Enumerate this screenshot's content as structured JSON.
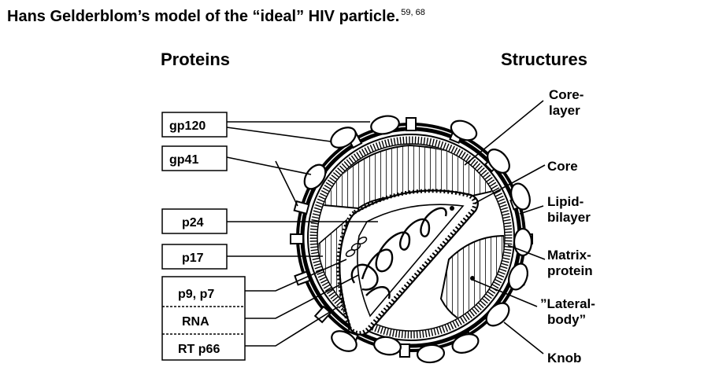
{
  "title": {
    "text": "Hans Gelderblom’s model of the “ideal” HIV particle.",
    "refs": "59, 68"
  },
  "headings": {
    "proteins": "Proteins",
    "structures": "Structures"
  },
  "proteins": {
    "gp120": "gp120",
    "gp41": "gp41",
    "p24": "p24",
    "p17": "p17",
    "p9p7": "p9, p7",
    "rna": "RNA",
    "rt": "RT p66"
  },
  "structures": {
    "core_layer_1": "Core-",
    "core_layer_2": "layer",
    "core": "Core",
    "lipid_1": "Lipid-",
    "lipid_2": "bilayer",
    "matrix_1": "Matrix-",
    "matrix_2": "protein",
    "lateral_1": "”Lateral-",
    "lateral_2": "body”",
    "knob": "Knob"
  }
}
